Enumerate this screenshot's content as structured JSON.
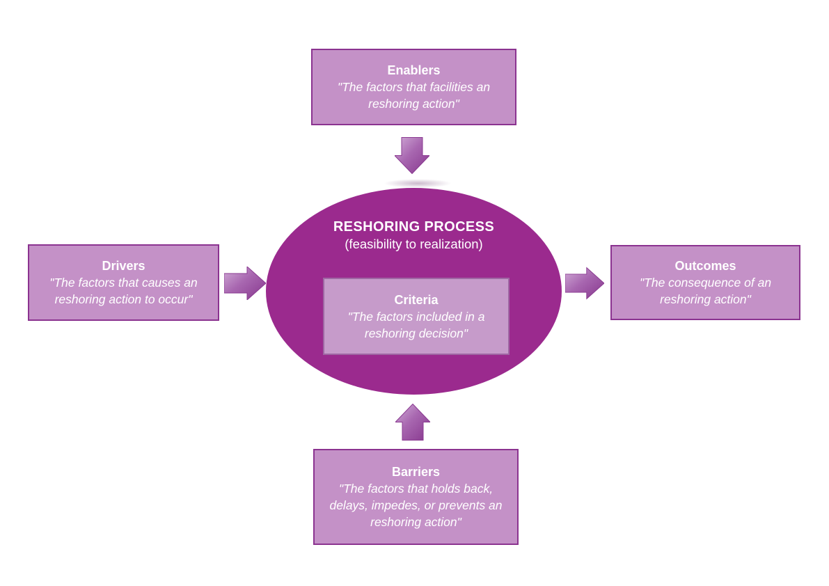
{
  "diagram": {
    "title": "RESHORING PROCESS",
    "subtitle": "(feasibility to realization)",
    "nodes": {
      "enablers": {
        "label": "Enablers",
        "description": "\"The factors that facilities an reshoring action\""
      },
      "drivers": {
        "label": "Drivers",
        "description": "\"The factors that causes an reshoring action to occur\""
      },
      "outcomes": {
        "label": "Outcomes",
        "description": "\"The consequence of an reshoring action\""
      },
      "barriers": {
        "label": "Barriers",
        "description": "\"The factors that holds back, delays, impedes, or prevents an reshoring action\""
      },
      "criteria": {
        "label": "Criteria",
        "description": "\"The factors included in a reshoring decision\""
      }
    },
    "arrows": [
      {
        "name": "enablers-to-process",
        "direction": "down"
      },
      {
        "name": "drivers-to-process",
        "direction": "right"
      },
      {
        "name": "process-to-outcomes",
        "direction": "right"
      },
      {
        "name": "barriers-to-process",
        "direction": "up"
      }
    ],
    "colors": {
      "background": "#ffffff",
      "box_fill": "#c491c7",
      "box_border": "#8b3390",
      "ellipse_fill": "#9b2a8e",
      "criteria_fill": "#c69bca",
      "arrow_light": "#d2aed8",
      "arrow_mid": "#a867b0",
      "arrow_dark": "#86368d",
      "text": "#ffffff"
    }
  }
}
